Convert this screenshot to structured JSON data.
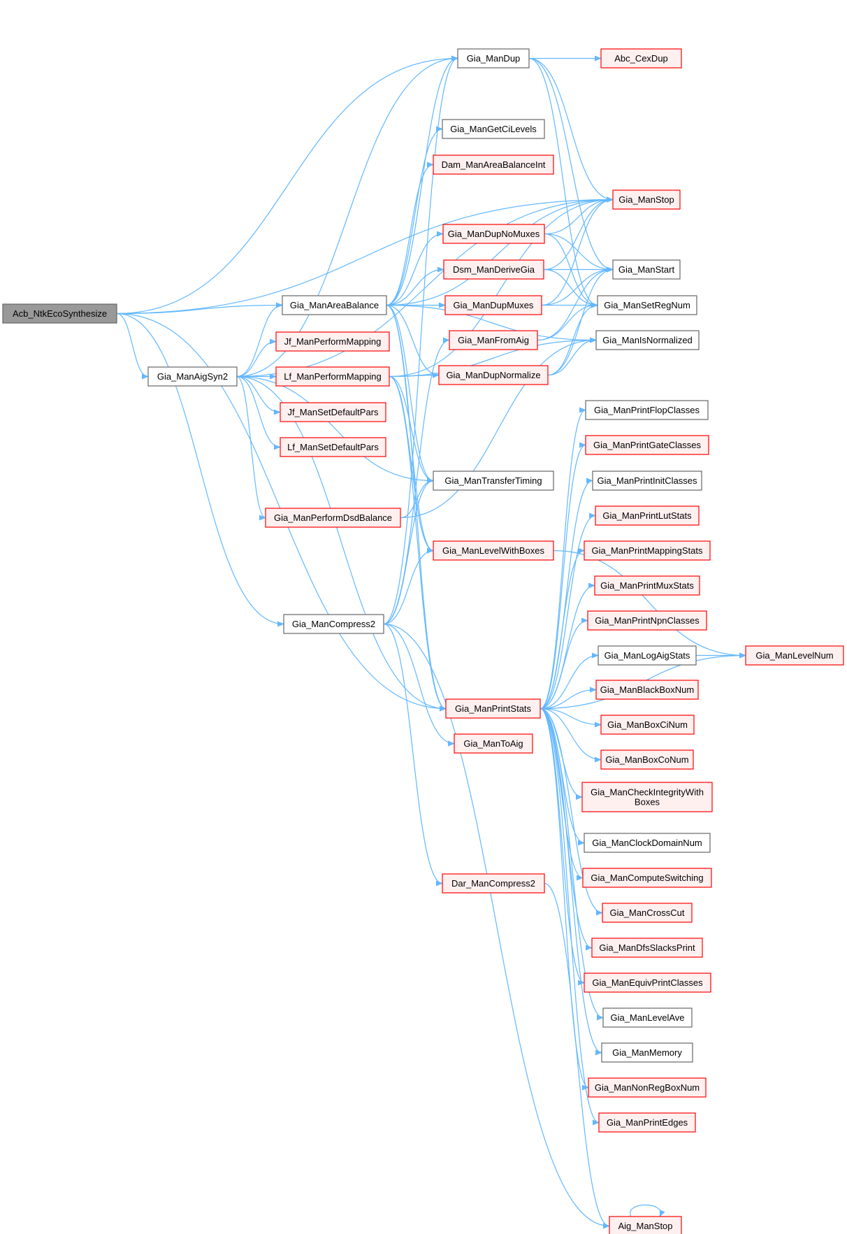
{
  "colors": {
    "edge": "#63b8ff",
    "root_fill": "#999999",
    "plain_border": "#666666",
    "plain_fill": "#ffffff",
    "red_border": "#ff0000",
    "red_fill": "#fff0f0"
  },
  "nodes": [
    {
      "id": "acb",
      "lines": [
        "Acb_NtkEcoSynthesize"
      ],
      "style": "gray"
    },
    {
      "id": "aigsyn2",
      "lines": [
        "Gia_ManAigSyn2"
      ],
      "style": "black"
    },
    {
      "id": "areabal",
      "lines": [
        "Gia_ManAreaBalance"
      ],
      "style": "black"
    },
    {
      "id": "compress2",
      "lines": [
        "Gia_ManCompress2"
      ],
      "style": "black"
    },
    {
      "id": "jfmap",
      "lines": [
        "Jf_ManPerformMapping"
      ],
      "style": "red"
    },
    {
      "id": "lfmap",
      "lines": [
        "Lf_ManPerformMapping"
      ],
      "style": "red"
    },
    {
      "id": "jfset",
      "lines": [
        "Jf_ManSetDefaultPars"
      ],
      "style": "red"
    },
    {
      "id": "lfset",
      "lines": [
        "Lf_ManSetDefaultPars"
      ],
      "style": "red"
    },
    {
      "id": "dsdbal",
      "lines": [
        "Gia_ManPerformDsdBalance"
      ],
      "style": "red"
    },
    {
      "id": "mandup",
      "lines": [
        "Gia_ManDup"
      ],
      "style": "black"
    },
    {
      "id": "getci",
      "lines": [
        "Gia_ManGetCiLevels"
      ],
      "style": "black"
    },
    {
      "id": "damab",
      "lines": [
        "Dam_ManAreaBalanceInt"
      ],
      "style": "red"
    },
    {
      "id": "dupnomux",
      "lines": [
        "Gia_ManDupNoMuxes"
      ],
      "style": "red"
    },
    {
      "id": "dsmderive",
      "lines": [
        "Dsm_ManDeriveGia"
      ],
      "style": "red"
    },
    {
      "id": "dupmux",
      "lines": [
        "Gia_ManDupMuxes"
      ],
      "style": "red"
    },
    {
      "id": "fromaig",
      "lines": [
        "Gia_ManFromAig"
      ],
      "style": "red"
    },
    {
      "id": "dupnorm",
      "lines": [
        "Gia_ManDupNormalize"
      ],
      "style": "red"
    },
    {
      "id": "transfer",
      "lines": [
        "Gia_ManTransferTiming"
      ],
      "style": "black"
    },
    {
      "id": "levelbox",
      "lines": [
        "Gia_ManLevelWithBoxes"
      ],
      "style": "red"
    },
    {
      "id": "printstats",
      "lines": [
        "Gia_ManPrintStats"
      ],
      "style": "red"
    },
    {
      "id": "toaig",
      "lines": [
        "Gia_ManToAig"
      ],
      "style": "red"
    },
    {
      "id": "darcomp",
      "lines": [
        "Dar_ManCompress2"
      ],
      "style": "red"
    },
    {
      "id": "aigstop",
      "lines": [
        "Aig_ManStop"
      ],
      "style": "red"
    },
    {
      "id": "abccex",
      "lines": [
        "Abc_CexDup"
      ],
      "style": "red"
    },
    {
      "id": "stop",
      "lines": [
        "Gia_ManStop"
      ],
      "style": "red"
    },
    {
      "id": "start",
      "lines": [
        "Gia_ManStart"
      ],
      "style": "black"
    },
    {
      "id": "setreg",
      "lines": [
        "Gia_ManSetRegNum"
      ],
      "style": "black"
    },
    {
      "id": "isnorm",
      "lines": [
        "Gia_ManIsNormalized"
      ],
      "style": "black"
    },
    {
      "id": "flopcls",
      "lines": [
        "Gia_ManPrintFlopClasses"
      ],
      "style": "black"
    },
    {
      "id": "gatecls",
      "lines": [
        "Gia_ManPrintGateClasses"
      ],
      "style": "red"
    },
    {
      "id": "initcls",
      "lines": [
        "Gia_ManPrintInitClasses"
      ],
      "style": "black"
    },
    {
      "id": "lutstats",
      "lines": [
        "Gia_ManPrintLutStats"
      ],
      "style": "red"
    },
    {
      "id": "mapstats",
      "lines": [
        "Gia_ManPrintMappingStats"
      ],
      "style": "red"
    },
    {
      "id": "muxstats",
      "lines": [
        "Gia_ManPrintMuxStats"
      ],
      "style": "red"
    },
    {
      "id": "npncls",
      "lines": [
        "Gia_ManPrintNpnClasses"
      ],
      "style": "red"
    },
    {
      "id": "logaig",
      "lines": [
        "Gia_ManLogAigStats"
      ],
      "style": "black"
    },
    {
      "id": "blackbox",
      "lines": [
        "Gia_ManBlackBoxNum"
      ],
      "style": "red"
    },
    {
      "id": "boxci",
      "lines": [
        "Gia_ManBoxCiNum"
      ],
      "style": "red"
    },
    {
      "id": "boxco",
      "lines": [
        "Gia_ManBoxCoNum"
      ],
      "style": "red"
    },
    {
      "id": "checkint",
      "lines": [
        "Gia_ManCheckIntegrityWith",
        "Boxes"
      ],
      "style": "red"
    },
    {
      "id": "clockdom",
      "lines": [
        "Gia_ManClockDomainNum"
      ],
      "style": "black"
    },
    {
      "id": "compsw",
      "lines": [
        "Gia_ManComputeSwitching"
      ],
      "style": "red"
    },
    {
      "id": "crosscut",
      "lines": [
        "Gia_ManCrossCut"
      ],
      "style": "red"
    },
    {
      "id": "dfsslack",
      "lines": [
        "Gia_ManDfsSlacksPrint"
      ],
      "style": "red"
    },
    {
      "id": "equivcls",
      "lines": [
        "Gia_ManEquivPrintClasses"
      ],
      "style": "red"
    },
    {
      "id": "levelave",
      "lines": [
        "Gia_ManLevelAve"
      ],
      "style": "black"
    },
    {
      "id": "memory",
      "lines": [
        "Gia_ManMemory"
      ],
      "style": "black"
    },
    {
      "id": "nonreg",
      "lines": [
        "Gia_ManNonRegBoxNum"
      ],
      "style": "red"
    },
    {
      "id": "printedges",
      "lines": [
        "Gia_ManPrintEdges"
      ],
      "style": "red"
    },
    {
      "id": "levelnum",
      "lines": [
        "Gia_ManLevelNum"
      ],
      "style": "red"
    }
  ],
  "edges": [
    [
      "acb",
      "aigsyn2"
    ],
    [
      "acb",
      "areabal"
    ],
    [
      "acb",
      "compress2"
    ],
    [
      "acb",
      "mandup"
    ],
    [
      "acb",
      "stop"
    ],
    [
      "acb",
      "printstats"
    ],
    [
      "aigsyn2",
      "areabal"
    ],
    [
      "aigsyn2",
      "jfmap"
    ],
    [
      "aigsyn2",
      "lfmap"
    ],
    [
      "aigsyn2",
      "jfset"
    ],
    [
      "aigsyn2",
      "lfset"
    ],
    [
      "aigsyn2",
      "dsdbal"
    ],
    [
      "aigsyn2",
      "mandup"
    ],
    [
      "aigsyn2",
      "stop"
    ],
    [
      "aigsyn2",
      "transfer"
    ],
    [
      "aigsyn2",
      "printstats"
    ],
    [
      "areabal",
      "mandup"
    ],
    [
      "areabal",
      "getci"
    ],
    [
      "areabal",
      "damab"
    ],
    [
      "areabal",
      "dupnomux"
    ],
    [
      "areabal",
      "dsmderive"
    ],
    [
      "areabal",
      "dupmux"
    ],
    [
      "areabal",
      "dupnorm"
    ],
    [
      "areabal",
      "stop"
    ],
    [
      "areabal",
      "isnorm"
    ],
    [
      "areabal",
      "transfer"
    ],
    [
      "areabal",
      "levelbox"
    ],
    [
      "areabal",
      "printstats"
    ],
    [
      "compress2",
      "mandup"
    ],
    [
      "compress2",
      "fromaig"
    ],
    [
      "compress2",
      "transfer"
    ],
    [
      "compress2",
      "levelbox"
    ],
    [
      "compress2",
      "toaig"
    ],
    [
      "compress2",
      "darcomp"
    ],
    [
      "compress2",
      "aigstop"
    ],
    [
      "lfmap",
      "dupnorm"
    ],
    [
      "lfmap",
      "stop"
    ],
    [
      "lfmap",
      "isnorm"
    ],
    [
      "lfmap",
      "transfer"
    ],
    [
      "lfmap",
      "levelbox"
    ],
    [
      "lfmap",
      "printstats"
    ],
    [
      "dsdbal",
      "transfer"
    ],
    [
      "dsdbal",
      "isnorm"
    ],
    [
      "mandup",
      "abccex"
    ],
    [
      "mandup",
      "stop"
    ],
    [
      "mandup",
      "start"
    ],
    [
      "mandup",
      "setreg"
    ],
    [
      "dupnomux",
      "stop"
    ],
    [
      "dupnomux",
      "start"
    ],
    [
      "dupnomux",
      "setreg"
    ],
    [
      "dsmderive",
      "stop"
    ],
    [
      "dsmderive",
      "start"
    ],
    [
      "dsmderive",
      "setreg"
    ],
    [
      "dupmux",
      "start"
    ],
    [
      "dupmux",
      "setreg"
    ],
    [
      "dupmux",
      "stop"
    ],
    [
      "fromaig",
      "start"
    ],
    [
      "fromaig",
      "setreg"
    ],
    [
      "dupnorm",
      "start"
    ],
    [
      "dupnorm",
      "setreg"
    ],
    [
      "dupnorm",
      "isnorm"
    ],
    [
      "levelbox",
      "levelnum"
    ],
    [
      "printstats",
      "flopcls"
    ],
    [
      "printstats",
      "gatecls"
    ],
    [
      "printstats",
      "initcls"
    ],
    [
      "printstats",
      "lutstats"
    ],
    [
      "printstats",
      "mapstats"
    ],
    [
      "printstats",
      "muxstats"
    ],
    [
      "printstats",
      "npncls"
    ],
    [
      "printstats",
      "logaig"
    ],
    [
      "printstats",
      "blackbox"
    ],
    [
      "printstats",
      "boxci"
    ],
    [
      "printstats",
      "boxco"
    ],
    [
      "printstats",
      "checkint"
    ],
    [
      "printstats",
      "clockdom"
    ],
    [
      "printstats",
      "compsw"
    ],
    [
      "printstats",
      "crosscut"
    ],
    [
      "printstats",
      "dfsslack"
    ],
    [
      "printstats",
      "equivcls"
    ],
    [
      "printstats",
      "levelave"
    ],
    [
      "printstats",
      "memory"
    ],
    [
      "printstats",
      "nonreg"
    ],
    [
      "printstats",
      "printedges"
    ],
    [
      "printstats",
      "levelnum"
    ],
    [
      "logaig",
      "levelnum"
    ],
    [
      "darcomp",
      "aigstop"
    ],
    [
      "aigstop",
      "aigstop"
    ]
  ]
}
